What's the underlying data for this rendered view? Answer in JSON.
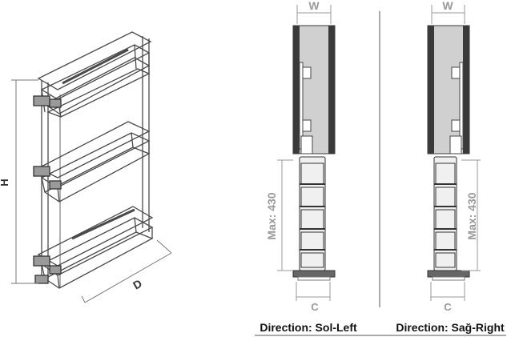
{
  "labels": {
    "height": "H",
    "depth": "D",
    "width": "W",
    "clearance": "C",
    "max_height": "Max: 430"
  },
  "captions": {
    "left": "Direction: Sol-Left",
    "right": "Direction: Sağ-Right"
  },
  "colors": {
    "wire": "#4a4a4a",
    "cabinet_side": "#3a3a3a",
    "cabinet_fill": "#d0d0d0",
    "dimension": "#9a9a9a"
  }
}
